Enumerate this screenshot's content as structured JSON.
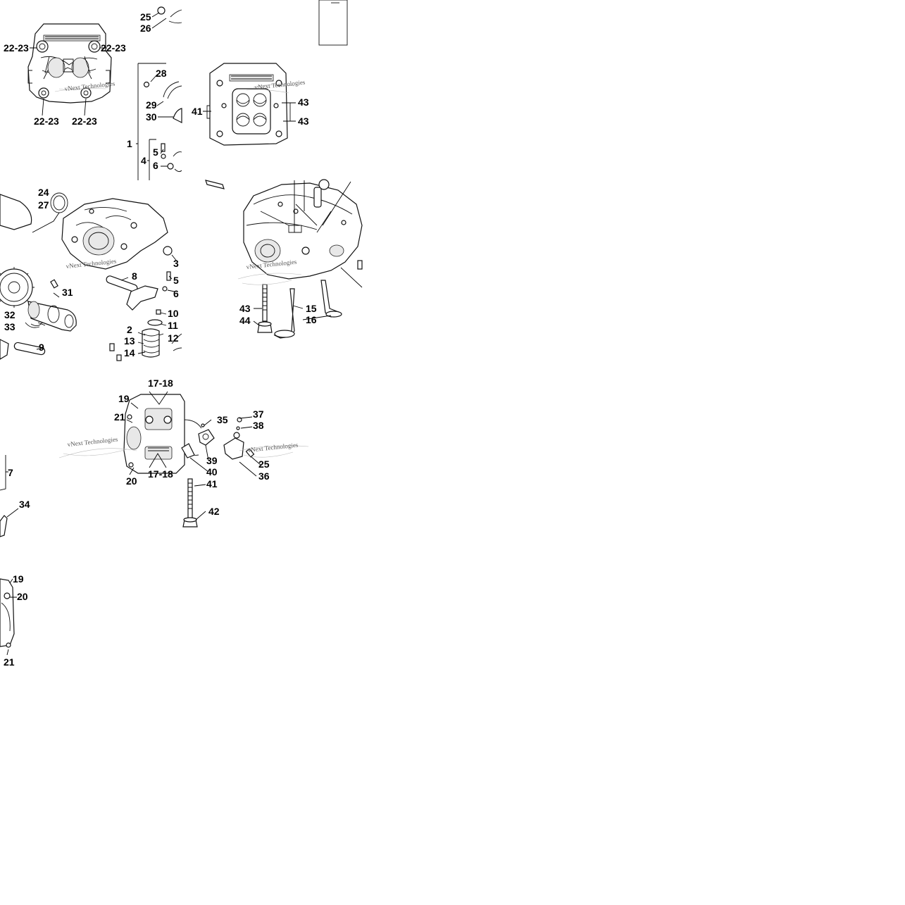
{
  "watermark": "vNext Technologies",
  "callouts": {
    "p25a": "25",
    "p26": "26",
    "p2223_tl": "22-23",
    "p2223_tr": "22-23",
    "p2223_bl": "22-23",
    "p2223_br": "22-23",
    "p28": "28",
    "p29": "29",
    "p30": "30",
    "p1": "1",
    "p4": "4",
    "p5a": "5",
    "p6a": "6",
    "p41a": "41",
    "p43a": "43",
    "p43b": "43",
    "p24": "24",
    "p27": "27",
    "p3": "3",
    "p8": "8",
    "p5b": "5",
    "p6b": "6",
    "p31": "31",
    "p32": "32",
    "p33": "33",
    "p10": "10",
    "p11": "11",
    "p2": "2",
    "p12": "12",
    "p13": "13",
    "p14": "14",
    "p9": "9",
    "p43c": "43",
    "p15": "15",
    "p44": "44",
    "p16": "16",
    "p1718a": "17-18",
    "p19a": "19",
    "p21a": "21",
    "p35": "35",
    "p37": "37",
    "p38": "38",
    "p39": "39",
    "p25b": "25",
    "p36": "36",
    "p40": "40",
    "p1718b": "17-18",
    "p20a": "20",
    "p41b": "41",
    "p42": "42",
    "p7": "7",
    "p34": "34",
    "p19b": "19",
    "p20b": "20",
    "p21b": "21"
  }
}
